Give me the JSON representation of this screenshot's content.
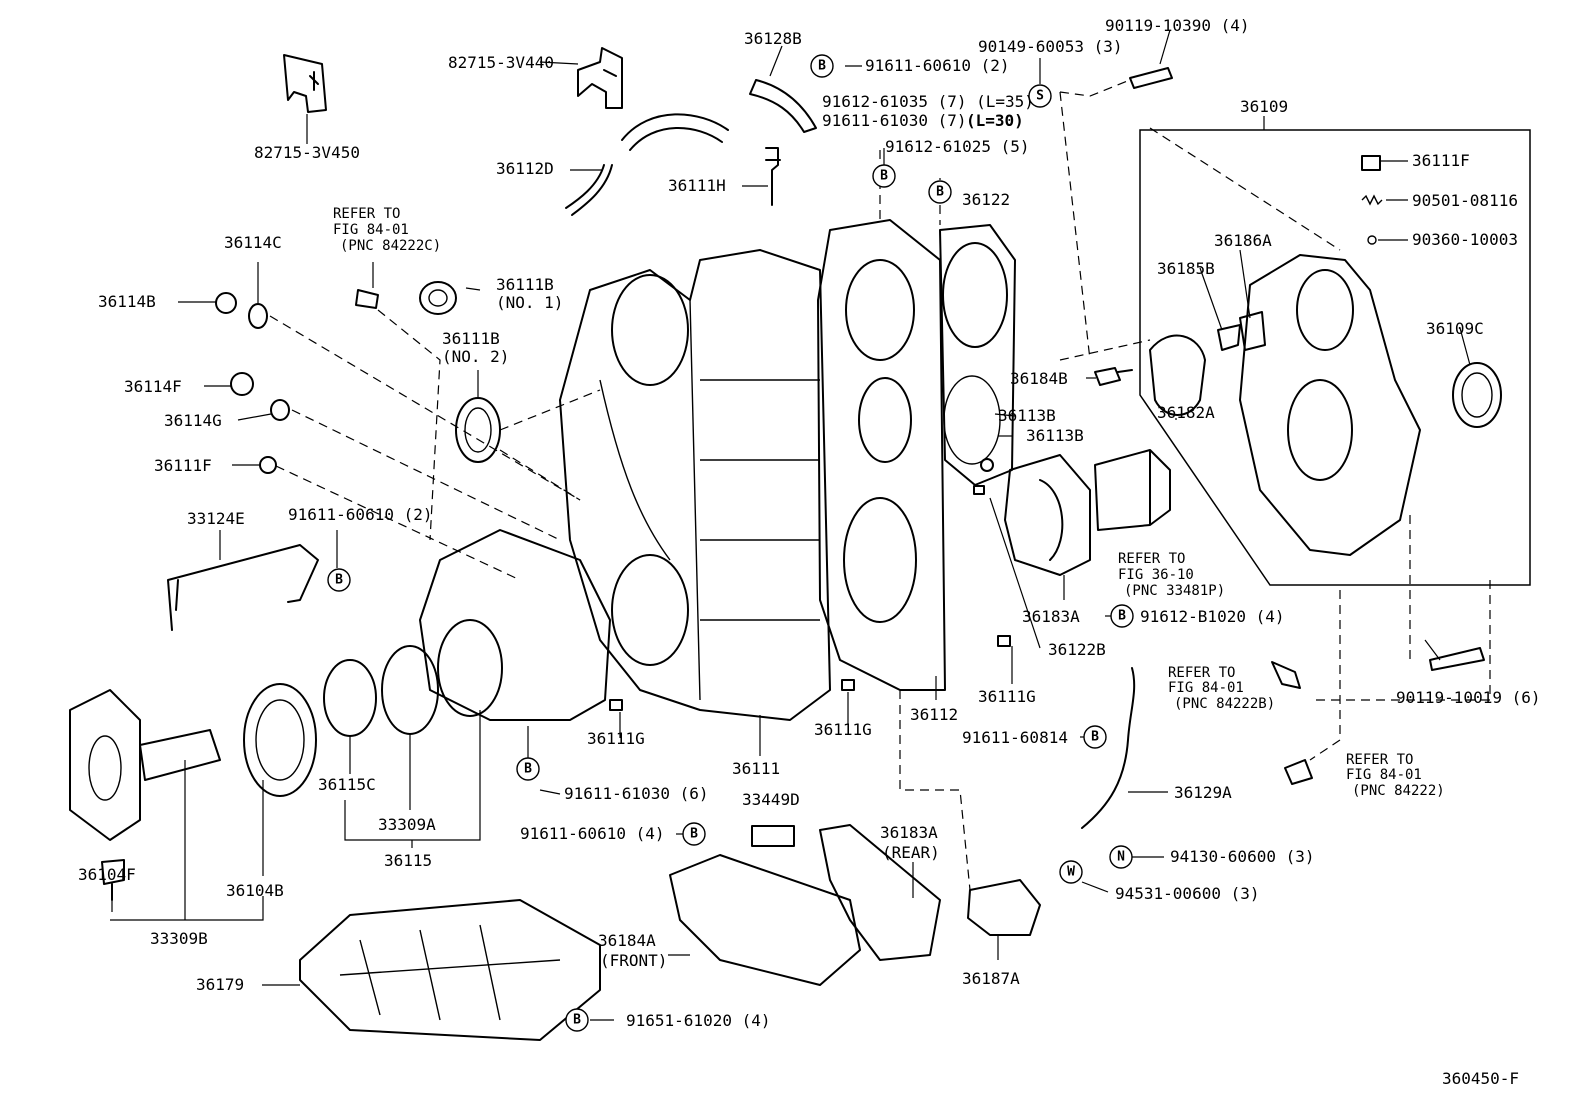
{
  "labels": {
    "p82715_3V440": "82715-3V440",
    "p82715_3V450": "82715-3V450",
    "p36128B": "36128B",
    "b91611_60610_2_top": "91611-60610 (2)",
    "p90149_60053": "90149-60053 (3)",
    "p90119_10390": "90119-10390 (4)",
    "p91612_61035": "91612-61035 (7) (L=35)",
    "p91611_61030_7": "91611-61030 (7)",
    "p91611_61030_7_len": "(L=30)",
    "p36112D": "36112D",
    "p36111H": "36111H",
    "p91612_61025": "91612-61025 (5)",
    "p36122": "36122",
    "p36109": "36109",
    "p36111F_r": "36111F",
    "p90501_08116": "90501-08116",
    "p90360_10003": "90360-10003",
    "refer1_l1": "REFER TO",
    "refer1_l2": "FIG 84-01",
    "refer1_l3": "(PNC 84222C)",
    "p36114C": "36114C",
    "p36114B": "36114B",
    "p36111B_1": "36111B",
    "p36111B_1_sub": "(NO. 1)",
    "p36111B_2": "36111B",
    "p36111B_2_sub": "(NO. 2)",
    "p36186A": "36186A",
    "p36185B": "36185B",
    "p36109C": "36109C",
    "p36184B": "36184B",
    "p36182A": "36182A",
    "p36114F": "36114F",
    "p36114G": "36114G",
    "p36113B_1": "36113B",
    "p36113B_2": "36113B",
    "p36111F_l": "36111F",
    "p33124E": "33124E",
    "b91611_60610_2_mid": "91611-60610 (2)",
    "refer2_l1": "REFER TO",
    "refer2_l2": "FIG 36-10",
    "refer2_l3": "(PNC 33481P)",
    "p36183A": "36183A",
    "b91612_B1020": "91612-B1020 (4)",
    "p36122B": "36122B",
    "refer3_l1": "REFER TO",
    "refer3_l2": "FIG 84-01",
    "refer3_l3": "(PNC 84222B)",
    "p90119_10019": "90119-10019 (6)",
    "p36111G_a": "36111G",
    "p36111G_b": "36111G",
    "p36111G_c": "36111G",
    "p36112": "36112",
    "p36111": "36111",
    "b91611_60814": "91611-60814",
    "refer4_l1": "REFER TO",
    "refer4_l2": "FIG 84-01",
    "refer4_l3": "(PNC 84222)",
    "p36129A": "36129A",
    "b91611_61030_6": "91611-61030 (6)",
    "p36115C": "36115C",
    "p33309A": "33309A",
    "p36115": "36115",
    "p33449D": "33449D",
    "b91611_60610_4": "91611-60610 (4)",
    "p36183A_r": "36183A",
    "p36183A_r_sub": "(REAR)",
    "n94130_60600": "94130-60600 (3)",
    "w94531_00600": "94531-00600 (3)",
    "p36104F": "36104F",
    "p36104B": "36104B",
    "p33309B": "33309B",
    "p36184A": "36184A",
    "p36184A_sub": "(FRONT)",
    "p36187A": "36187A",
    "p36179": "36179",
    "b91651_61020": "91651-61020 (4)",
    "fig_code": "360450-F"
  },
  "markers": {
    "B": "B",
    "S": "S",
    "N": "N",
    "W": "W"
  }
}
